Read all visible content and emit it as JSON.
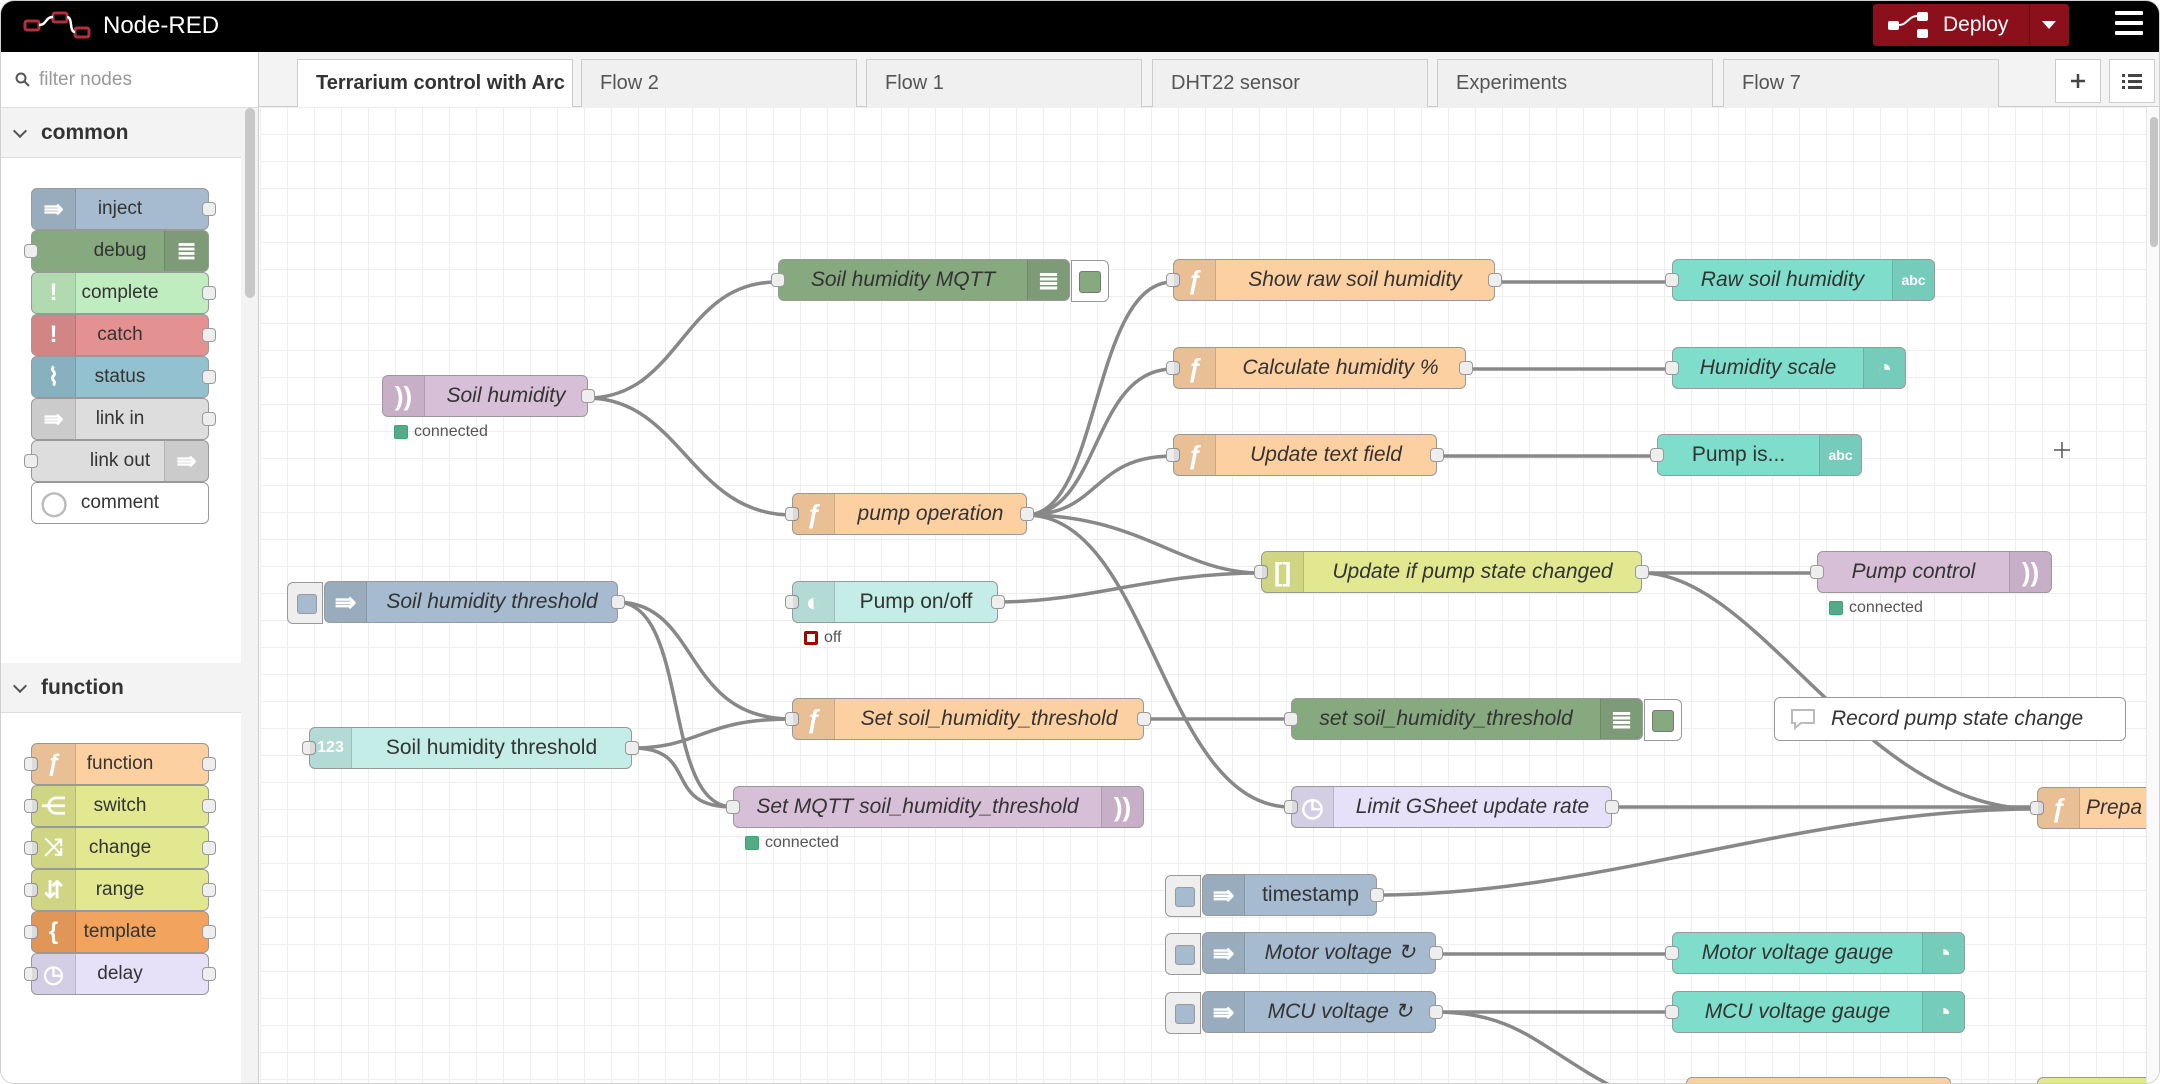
{
  "header": {
    "title": "Node-RED",
    "deploy_label": "Deploy"
  },
  "palette": {
    "filter_placeholder": "filter nodes",
    "categories": [
      {
        "name": "common",
        "nodes": [
          "inject",
          "debug",
          "complete",
          "catch",
          "status",
          "link in",
          "link out",
          "comment"
        ]
      },
      {
        "name": "function",
        "nodes": [
          "function",
          "switch",
          "change",
          "range",
          "template",
          "delay"
        ]
      }
    ]
  },
  "tabs": [
    "Terrarium control with Arc",
    "Flow 2",
    "Flow 1",
    "DHT22 sensor",
    "Experiments",
    "Flow 7"
  ],
  "flow": {
    "nodes": {
      "soil_humidity_mqtt_debug": "Soil humidity MQTT",
      "show_raw": "Show raw soil humidity",
      "raw_text": "Raw soil humidity",
      "calc_humidity": "Calculate humidity %",
      "humidity_scale": "Humidity scale",
      "update_text": "Update text field",
      "pump_is": "Pump is...",
      "soil_humidity_mqtt_in": "Soil humidity",
      "pump_operation": "pump operation",
      "update_if_changed": "Update if pump state changed",
      "pump_control": "Pump control",
      "threshold_inject": "Soil humidity threshold",
      "pump_onoff": "Pump on/off",
      "set_threshold_fn": "Set soil_humidity_threshold",
      "set_threshold_debug": "set soil_humidity_threshold",
      "record_comment": "Record pump state change",
      "threshold_numeric": "Soil humidity threshold",
      "set_mqtt_threshold": "Set MQTT soil_humidity_threshold",
      "limit_gsheet": "Limit GSheet update rate",
      "prepare": "Prepa",
      "timestamp": "timestamp",
      "motor_voltage": "Motor voltage ↻",
      "motor_gauge": "Motor voltage gauge",
      "mcu_voltage": "MCU voltage ↻",
      "mcu_gauge": "MCU voltage gauge"
    },
    "status": {
      "soil_humidity": "connected",
      "pump_onoff": "off",
      "pump_control": "connected",
      "set_mqtt": "connected"
    }
  },
  "colors": {
    "header_bg": "#000000",
    "deploy_bg": "#8c101c",
    "inject": "#a6bbcf",
    "debug": "#87a980",
    "function": "#fdd0a2",
    "mqtt": "#d8bfd8",
    "dashboard": "#7fdecb",
    "switch": "#e2e88f",
    "delay": "#e6e0f8"
  }
}
